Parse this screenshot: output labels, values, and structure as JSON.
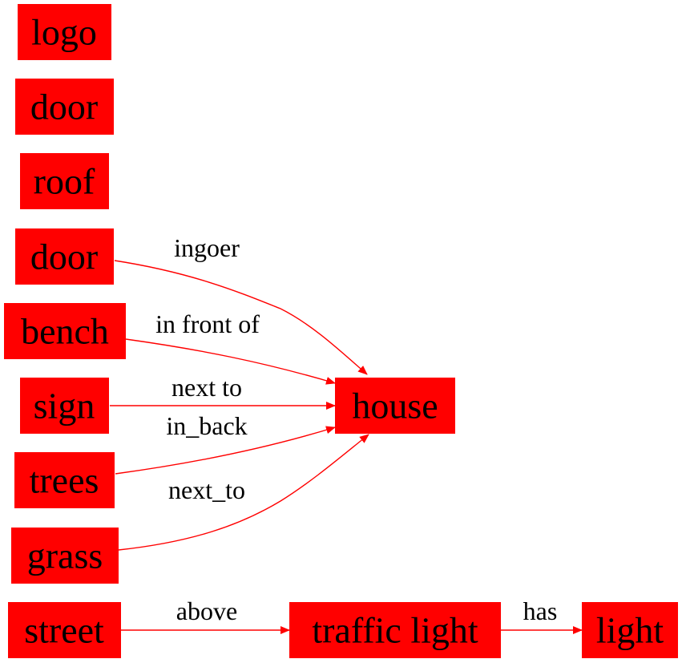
{
  "diagram": {
    "colors": {
      "node_fill": "#ff0000",
      "edge": "#ff0000",
      "text": "#000000",
      "background": "#ffffff"
    },
    "nodes": [
      {
        "id": "logo",
        "label": "logo"
      },
      {
        "id": "door1",
        "label": "door"
      },
      {
        "id": "roof",
        "label": "roof"
      },
      {
        "id": "door2",
        "label": "door"
      },
      {
        "id": "bench",
        "label": "bench"
      },
      {
        "id": "sign",
        "label": "sign"
      },
      {
        "id": "trees",
        "label": "trees"
      },
      {
        "id": "grass",
        "label": "grass"
      },
      {
        "id": "street",
        "label": "street"
      },
      {
        "id": "house",
        "label": "house"
      },
      {
        "id": "traffic_light",
        "label": "traffic light"
      },
      {
        "id": "light",
        "label": "light"
      }
    ],
    "edges": [
      {
        "id": "e1",
        "from": "door2",
        "to": "house",
        "label": "ingoer"
      },
      {
        "id": "e2",
        "from": "bench",
        "to": "house",
        "label": "in front of"
      },
      {
        "id": "e3",
        "from": "sign",
        "to": "house",
        "label": "next to"
      },
      {
        "id": "e4",
        "from": "trees",
        "to": "house",
        "label": "in_back"
      },
      {
        "id": "e5",
        "from": "grass",
        "to": "house",
        "label": "next_to"
      },
      {
        "id": "e6",
        "from": "street",
        "to": "traffic_light",
        "label": "above"
      },
      {
        "id": "e7",
        "from": "traffic_light",
        "to": "light",
        "label": "has"
      }
    ]
  }
}
